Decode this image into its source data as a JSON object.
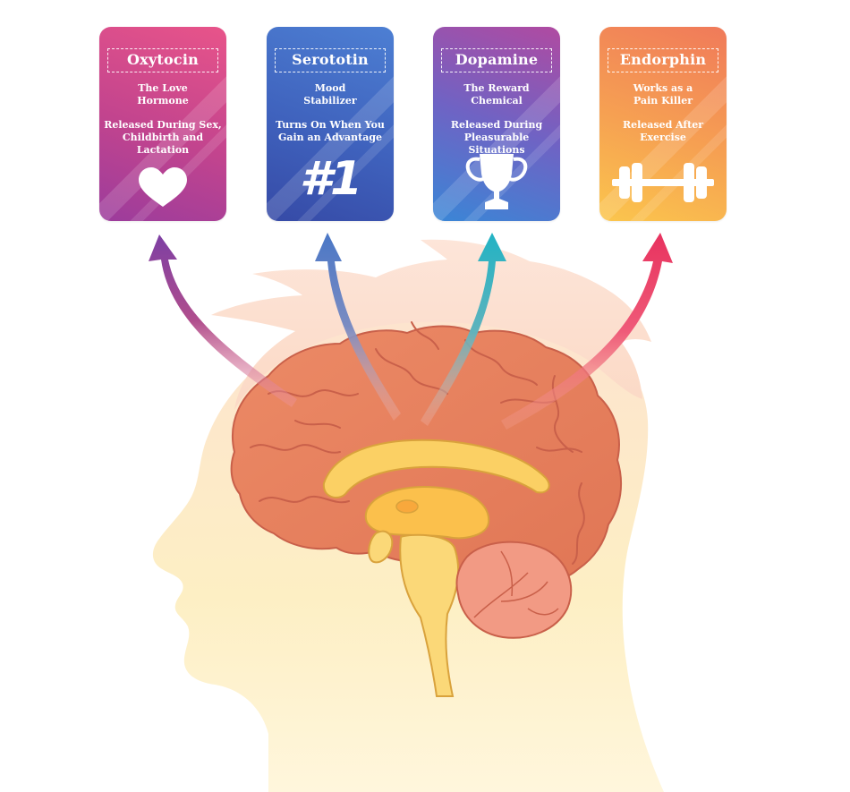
{
  "cards": [
    {
      "title": "Oxytocin",
      "line1": "The Love\nHormone",
      "line2": "Released During Sex,\nChildbirth and\nLactation",
      "icon": "heart-icon"
    },
    {
      "title": "Serototin",
      "line1": "Mood\nStabilizer",
      "line2": "Turns On When You\nGain an  Advantage",
      "icon": "number-one-icon",
      "icon_text": "#1"
    },
    {
      "title": "Dopamine",
      "line1": "The Reward\nChemical",
      "line2": "Released During\nPleasurable Situations",
      "icon": "trophy-icon"
    },
    {
      "title": "Endorphin",
      "line1": "Works as a\nPain Killer",
      "line2": "Released After\nExercise",
      "icon": "dumbbell-icon"
    }
  ],
  "colors": {
    "oxytocin": "#c2448e",
    "serotonin": "#3f62bd",
    "dopamine": "#3a86d6",
    "endorphin": "#f6a152",
    "brain": "#e8825f",
    "head": "#fde6c7"
  }
}
